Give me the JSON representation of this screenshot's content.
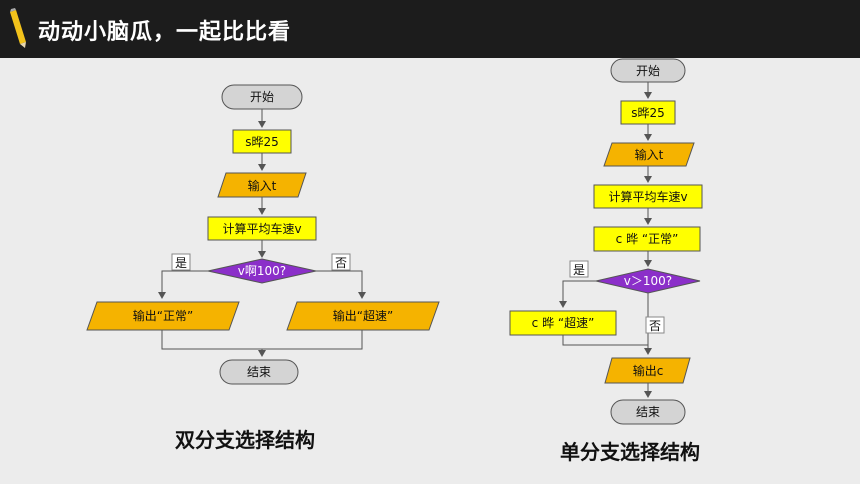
{
  "header": {
    "title": "动动小脑瓜，一起比比看"
  },
  "left_flow": {
    "start": "开始",
    "assign": "s晔25",
    "input": "输入t",
    "compute": "计算平均车速v",
    "decision": "v啊100?",
    "yes": "是",
    "no": "否",
    "out_yes": "输出“正常”",
    "out_no": "输出“超速”",
    "end": "结束",
    "caption": "双分支选择结构"
  },
  "right_flow": {
    "start": "开始",
    "assign": "s晔25",
    "input": "输入t",
    "compute": "计算平均车速v",
    "assign2": "c 晔 “正常”",
    "decision": "v＞100?",
    "yes": "是",
    "no": "否",
    "assign3": "c 晔 “超速”",
    "output": "输出c",
    "end": "结束",
    "caption": "单分支选择结构"
  },
  "colors": {
    "header_bg": "#1c1c1c",
    "process_yellow": "#ffff00",
    "io_orange": "#f5b300",
    "decision_purple": "#8b2fc9",
    "terminal_gray": "#d4d4d4"
  }
}
